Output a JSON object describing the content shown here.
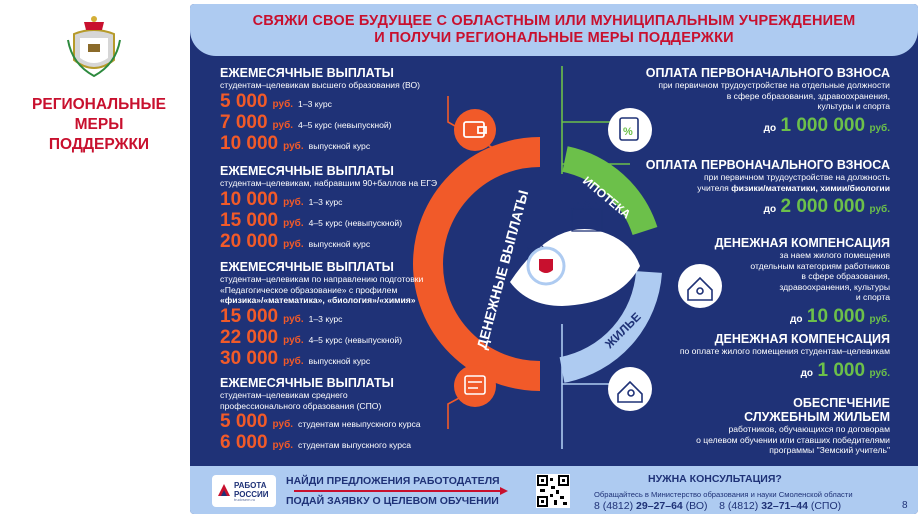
{
  "side": {
    "title_line1": "РЕГИОНАЛЬНЫЕ",
    "title_line2": "МЕРЫ",
    "title_line3": "ПОДДЕРЖКИ"
  },
  "banner": {
    "line1": "СВЯЖИ СВОЕ БУДУЩЕЕ С ОБЛАСТНЫМ ИЛИ МУНИЦИПАЛЬНЫМ УЧРЕЖДЕНИЕМ",
    "line2": "И ПОЛУЧИ РЕГИОНАЛЬНЫЕ МЕРЫ ПОДДЕРЖКИ"
  },
  "left": [
    {
      "heading": "ЕЖЕМЕСЯЧНЫЕ ВЫПЛАТЫ",
      "sub": "студентам–целевикам высшего образования (ВО)",
      "rows": [
        {
          "amount": "5 000",
          "unit": "руб.",
          "note": "1–3 курс"
        },
        {
          "amount": "7 000",
          "unit": "руб.",
          "note": "4–5 курс (невыпускной)"
        },
        {
          "amount": "10 000",
          "unit": "руб.",
          "note": "выпускной курс"
        }
      ]
    },
    {
      "heading": "ЕЖЕМЕСЯЧНЫЕ ВЫПЛАТЫ",
      "sub": "студентам–целевикам, набравшим 90+баллов на ЕГЭ",
      "rows": [
        {
          "amount": "10 000",
          "unit": "руб.",
          "note": "1–3 курс"
        },
        {
          "amount": "15 000",
          "unit": "руб.",
          "note": "4–5 курс (невыпускной)"
        },
        {
          "amount": "20 000",
          "unit": "руб.",
          "note": "выпускной курс"
        }
      ]
    },
    {
      "heading": "ЕЖЕМЕСЯЧНЫЕ ВЫПЛАТЫ",
      "sub1": "студентам–целевикам по направлению подготовки",
      "sub2": "«Педагогическое образование» с профилем",
      "sub3": "«физика»/«математика», «биология»/«химия»",
      "rows": [
        {
          "amount": "15 000",
          "unit": "руб.",
          "note": "1–3 курс"
        },
        {
          "amount": "22 000",
          "unit": "руб.",
          "note": "4–5 курс (невыпускной)"
        },
        {
          "amount": "30 000",
          "unit": "руб.",
          "note": "выпускной курс"
        }
      ]
    },
    {
      "heading": "ЕЖЕМЕСЯЧНЫЕ ВЫПЛАТЫ",
      "sub1": "студентам–целевикам среднего",
      "sub2": "профессионального образования (СПО)",
      "rows": [
        {
          "amount": "5 000",
          "unit": "руб.",
          "note": "студентам невыпускного курса"
        },
        {
          "amount": "6 000",
          "unit": "руб.",
          "note": "студентам выпускного курса"
        }
      ]
    }
  ],
  "center": {
    "arc_left": "ДЕНЕЖНЫЕ ВЫПЛАТЫ",
    "arc_green": "ИПОТЕКА",
    "arc_blue": "ЖИЛЬЕ"
  },
  "right": [
    {
      "heading": "ОПЛАТА ПЕРВОНАЧАЛЬНОГО ВЗНОСА",
      "sub1": "при первичном трудоустройстве на отдельные должности",
      "sub2": "в сфере образования, здравоохранения,",
      "sub3": "культуры и спорта",
      "prefix": "до",
      "amount": "1 000 000",
      "unit": "руб."
    },
    {
      "heading": "ОПЛАТА ПЕРВОНАЧАЛЬНОГО ВЗНОСА",
      "sub1": "при первичном трудоустройстве на должность",
      "sub2_pre": "учителя ",
      "sub2_bold": "физики/математики, химии/биологии",
      "prefix": "до",
      "amount": "2 000 000",
      "unit": "руб."
    },
    {
      "heading": "ДЕНЕЖНАЯ КОМПЕНСАЦИЯ",
      "sub1": "за наем жилого помещения",
      "sub2": "отдельным категориям работников",
      "sub3": "в сфере образования,",
      "sub4": "здравоохранения, культуры",
      "sub5": "и спорта",
      "prefix": "до",
      "amount": "10 000",
      "unit": "руб."
    },
    {
      "heading": "ДЕНЕЖНАЯ КОМПЕНСАЦИЯ",
      "sub1": "по оплате жилого помещения студентам–целевикам",
      "prefix": "до",
      "amount": "1 000",
      "unit": "руб."
    },
    {
      "heading1": "ОБЕСПЕЧЕНИЕ",
      "heading2": "СЛУЖЕБНЫМ ЖИЛЬЕМ",
      "sub1": "работников, обучающихся по договорам",
      "sub2": "о целевом обучении или ставших победителями",
      "sub3": "программы \"Земский учитель\""
    }
  ],
  "bottom": {
    "logo_line1": "РАБОТА",
    "logo_line2": "РОССИИ",
    "logo_small": "trudvsem.ru",
    "find_line1": "НАЙДИ ПРЕДЛОЖЕНИЯ РАБОТОДАТЕЛЯ",
    "find_line2": "ПОДАЙ ЗАЯВКУ О ЦЕЛЕВОМ ОБУЧЕНИИ",
    "consult_heading": "НУЖНА КОНСУЛЬТАЦИЯ?",
    "consult_sub": "Обращайтесь в Министерство образования и науки Смоленской области",
    "phone1_prefix": "8 (4812) ",
    "phone1_num": "29–27–64",
    "phone1_tag": " (ВО)",
    "phone2_prefix": "8 (4812) ",
    "phone2_num": "32–71–44",
    "phone2_tag": " (СПО)",
    "page_number": "8"
  },
  "colors": {
    "navy": "#1f3277",
    "orange": "#f15a29",
    "green": "#6cc04a",
    "light_blue": "#aecbf1",
    "red": "#c8102e"
  }
}
